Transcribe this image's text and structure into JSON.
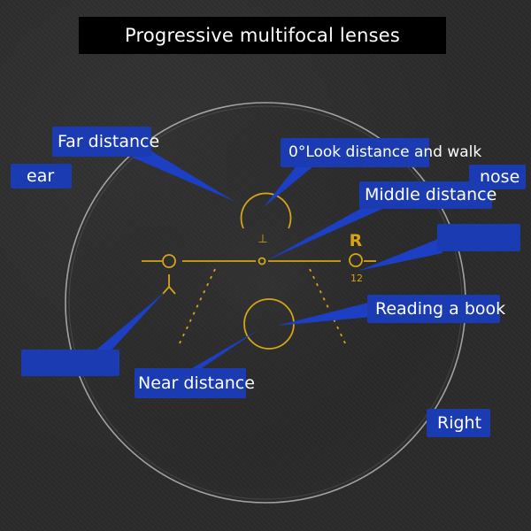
{
  "title": "Progressive multifocal lenses",
  "colors": {
    "background": "#2b2b2c",
    "label_fill": "#1b3bb3",
    "engraving": "#d6a417",
    "pointer": "#1c3fc4",
    "lens_edge": "#c9c9c9"
  },
  "labels": {
    "far_distance": "Far distance",
    "look_distance": "0°Look distance and walk",
    "middle_distance": "Middle distance",
    "reading_book": "Reading a book",
    "near_distance": "Near distance",
    "ear": "ear",
    "nose": "nose",
    "right": "Right",
    "blank_right": "",
    "blank_left": ""
  },
  "engraving": {
    "eye_letter": "R",
    "add_power": "12",
    "fitting_mark": "⊥"
  }
}
